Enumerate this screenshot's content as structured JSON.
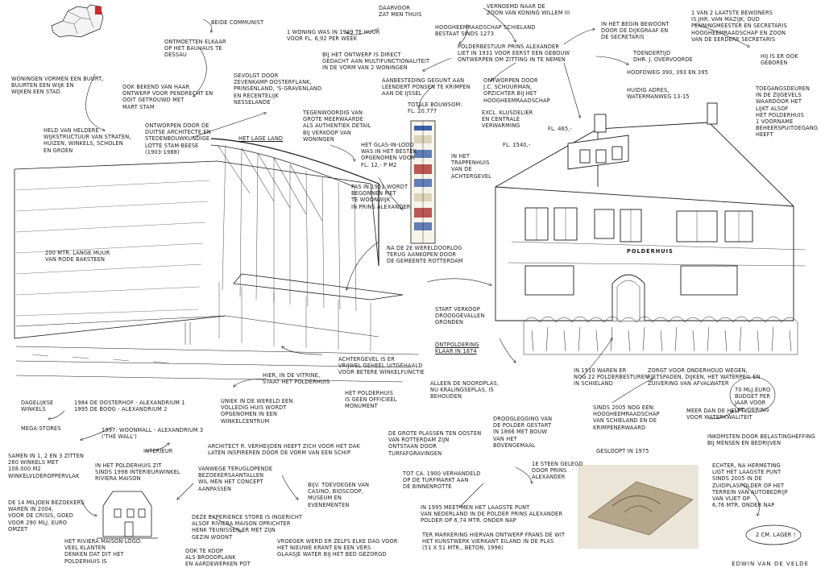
{
  "notes": {
    "n1": "BEIDE COMMUNIST",
    "n2": "ONTMOETTEN ELKAAR\nOP HET BAUHAUS TE\nDESSAU",
    "n3": "1 WONING WAS IN 1939 TE HUUR\nVOOR FL. 6,92 PER WEEK",
    "n4": "DAARVOOR\nZAT MEN THUIS",
    "n5": "VERNOEMD NAAR DE\nZOON VAN KONING WILLEM III",
    "n6": "HOOGHEEMRAADSCHAP SCHIELAND\nBESTAAT SINDS 1273",
    "n7": "IN HET BEGIN BEWOONT\nDOOR DE DIJKGRAAF EN\nDE SECRETARIS",
    "n8": "1 VAN 2 LAATSTE BEWONERS\nIS JHR. VAN MAZIJK, OUD\nPENNINGMEESTER EN SECRETARIS\nHOOGHEEMRAADSCHAP EN ZOON\nVAN DE EERDERE SECRETARIS",
    "n9": "WONINGEN VORMEN EEN BUURT,\nBUURTEN EEN WIJK EN\nWIJKEN EEN STAD.",
    "n10": "OOK BEKEND VAN HAAR\nONTWERP VOOR PENDRECHT EN\nOOIT GETROUWD MET\nMART STAM",
    "n11": "GEVOLGT DOOR\nZEVENKAMP OOSTERFLANK,\nPRINSENLAND, 'S-GRAVENLAND\nEN RECENTELIJK\nNESSELANDE",
    "n12": "BIJ HET ONTWERP IS DIRECT\nGEDACHT AAN MULTIFUNCTIONALITEIT\nIN DE VORM VAN 2 WONINGEN",
    "n13": "POLDERBESTUUR PRINS ALEXANDER\nLIET IN 1931 VOOR EERST EEN GEBOUW\nONTWERPEN OM ZITTING IN TE NEMEN",
    "n14": "TOENDERTIJD\nDHR. J. OVERVOORDE",
    "n15": "HIJ IS ER OOK\nGEBOREN",
    "n16": "HOOFDWEG 390, 393 EN 395",
    "n17": "HUIDIG ADRES,\nWATERMANWEG 13-15",
    "n18": "TOEGANGSDEUREN\nIN DE ZIJGEVELS\nWAARDOOR HET\nLIJKT ALSOF\nHET POLDERHUIS\n1 VOORNAME\nBEHEERSPUITOEGANG\nHEEFT",
    "n19": "AANBESTEDING GEGUNT AAN\nLEENDERT PONSEN TE KRIMPEN\nAAN DE IJSSEL",
    "n20": "ONTWORPEN DOOR\nJ.C. SCHUURMAN,\nOPZICHTER BIJ HET\nHOOGHEEMRAADSCHAP",
    "n21": "TOTALE BOUWSOM:\nFL. 20.777",
    "n22": "EXCL. KLUSDELIER\nEN CENTRALE\nVERWARMING",
    "n23": "FL. 465,-",
    "n24": "FL. 1540,-",
    "n25": "HELD VAN HELDERE\nWIJKSTRUCTUUR VAN STRATEN,\nHUIZEN, WINKELS, SCHOLEN\nEN GROEN",
    "n26": "ONTWORPEN DOOR DE\nDUITSE ARCHITECTE EN\nSTEDENBOUWKUNDIGE\nLOTTE STAM-BEESE\n(1903-1988)",
    "n27": "HET LAGE LAND",
    "n28": "TEGENWOORDIG VAN\nGROTE MEERWAARDE\nALS AUTHENTIEK DETAIL\nBIJ VERKOOP VAN\nWONINGEN",
    "n29": "HET GLAS-IN-LOOD\nWAS IN HET BESTEK\nOPGENOMEN VOOR\nFL. 12,- P M2",
    "n30": "IN HET\nTRAPPENHUIS\nVAN DE\nACHTERGEVEL",
    "n31": "PAS IN 1961 WORDT\nBEGONNEN MET\nTE WOONWIJK\nIN PRINS ALEXANDER",
    "n32": "NA DE 2E WERELDOORLOG\nTERUG AANKOPEN DOOR\nDE GEMEENTE ROTTERDAM",
    "n33": "200 MTR. LANGE MUUR\nVAN RODE BAKSTEEN",
    "n34": "START VERKOOP\nDROOGGEVALLEN\nGRONDEN",
    "n35": "ONTPOLDERING\nKLAAR IN 1874",
    "n36": "ACHTERGEVEL IS ER\nVRIJWEL GEHEEL UITGEHAALD\nVOOR BETERE WINKELFUNCTIE",
    "n37": "HIER, IN DE VITRINE,\nSTAAT HET POLDERHUIS",
    "n38": "HET POLDERHUIS\nIS GEEN OFFICIEEL\nMONUMENT",
    "n39": "UNIEK IN DE WERELD EEN\nVOLLEDIG HUIS WORDT\nOPGENOMEN IN EEN\nWINKELCENTRUM",
    "n40": "DAGELIJKSE\nWINKELS",
    "n41": "1984 DE OOSTERHOF - ALEXANDRIUM 1\n1995 DE BOOG - ALEXANDRIUM 2",
    "n42": "MEGA-STORES",
    "n43": "1997: WOONMALL - ALEXANDRIUM 3\n('THE WALL')",
    "n44": "INTERIEUR",
    "n45": "SAMEN IN 1, 2 EN 3 ZITTEN\n260 WINKELS MET\n108.000 M2\nWINKELVLOEROPPERVLAK",
    "n46": "DE 14 MILJOEN BEZOEKERS\nWAREN IN 2004,\nVOOR DE CRISIS, GOED\nVOOR 290 MLJ. EURO\nOMZET",
    "n47": "IN HET POLDERHUIS ZIT\nSINDS 1998 INTERIEURWINKEL\nRIVIERA MAISON",
    "n48": "ARCHITECT R. VERHEIJDEN HEEFT ZICH VOOR HET DAK\nLATEN INSPIREREN DOOR DE VORM VAN EEN SCHIP",
    "n49": "VANWEGE TERUGLOPENDE\nBEZOEKERSAANTALLEN\nWIL MEN HET CONCEPT\nAANPASSEN",
    "n50": "BIJV. TOEVOEGEN VAN\nCASINO, BIOSCOOP,\nMUSEUM EN\nEVENEMENTEN",
    "n51": "DEZE EXPERIENCE STORE IS INGERICHT\nALSOF RIVIERA MAISON OPRICHTER\nHENK TEUNISSEN ER MET ZIJN\nGEZIN WOONT",
    "n52": "HET RIVIERA MAISON LOGO.\nVEEL KLANTEN\nDENKEN DAT DIT HET\nPOLDERHUIS IS",
    "n53": "OOK TE KOOP\nALS BROODPLANK\nEN AARDEWERKEN POT",
    "n54": "VROEGER WERD ER ZELFS ELKE DAG VOOR\nHET NIEUWE KRANT EN EEN VERS\nGLAASJE WATER BIJ HET BED GEZORGD",
    "n55": "ALLEEN DE NOORDPLAS,\nNU KRALINGSEPLAS, IS\nBEHOUDEN",
    "n56": "DE GROTE PLASSEN TEN OOSTEN\nVAN ROTTERDAM ZIJN\nONTSTAAN DOOR\nTURFAFGRAVINGEN",
    "n57": "DROOGLEGGING VAN\nDE POLDER GESTART\nIN 1866 MET BOUW\nVAN HET\nBOVENGEMAAL",
    "n58": "TOT CA. 1900 VERHANDELD\nOP DE TURFMARKT AAN\nDE BINNENROTTE",
    "n59": "IN 1910 WAREN ER\nNOG 22 POLDERBESTUREN\nIN SCHIELAND",
    "n60": "SINDS 2005 NOG EEN:\nHOOGHEEMRAADSCHAP\nVAN SCHIELAND EN DE\nKRIMPENERWAARD",
    "n61": "ZORGT VOOR ONDERHOUD WEGEN,\nFIETSPADEN, DIJKEN, HET WATERPEIL EN\nZUIVERING VAN AFVALWATER",
    "n62": "70 MLJ.EURO\nBUDGET PER\nJAAR VOOR\nUITVOERING",
    "n63": "MEER DAN DE HELFT\nVOOR WATERKWALITEIT",
    "n64": "INKOMSTEN DOOR BELASTINGHEFFING\nBIJ MENSEN EN BEDRIJVEN",
    "n65": "GESLOOPT IN 1975",
    "n66": "1E STEEN GELEGD\nDOOR PRINS\nALEXANDER",
    "n67": "ECHTER, NA HERMETING\nLIGT HET LAAGSTE PUNT\nSINDS 2005 IN DE\nZUIDPLASPOLDER OP HET\nTERREIN VAN AUTOBEDRIJF\nVAN VLIET OP\n6,76 MTR. ONDER NAP",
    "n68": "IN 1995 MEET MEN HET LAAGSTE PUNT\nVAN NEDERLAND IN DE POLDER PRINS ALEXANDER\nPOLDER OP 6,74 MTR. ONDER NAP",
    "n69": "2 CM. LAGER !",
    "n70": "TER MARKERING HIERVAN ONTWERP FRANS DE WIT\nHET KUNSTWERK VIERKANT EILAND IN DE PLAS\n(51 X 51 MTR., BETON, 1996)"
  },
  "house_sign": "POLDERHUIS",
  "signature": "EDWIN VAN DE VELDE",
  "colors": {
    "ink": "#1a1a1a",
    "accent": "#cc2a2a",
    "glass_blue": "#3b5fa8",
    "glass_red": "#b23a3a",
    "sepia": "#b5a58a"
  }
}
